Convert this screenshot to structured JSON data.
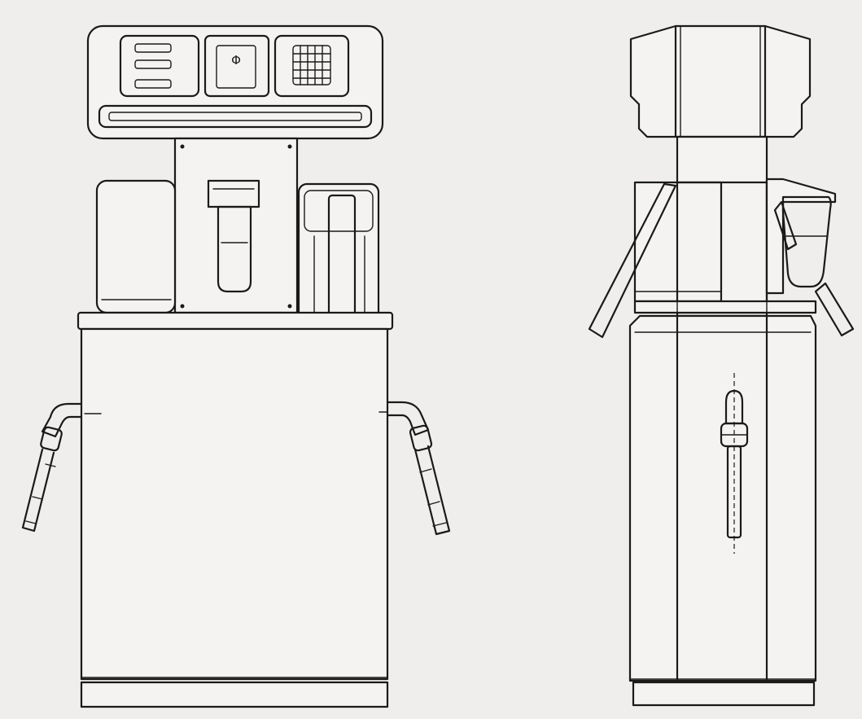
{
  "drawing": {
    "views": [
      {
        "id": "front",
        "label": ""
      },
      {
        "id": "side",
        "label": ""
      }
    ],
    "colors": {
      "paper": "#efeeec",
      "ink": "#1a1a1a"
    },
    "icons": {
      "display_keys": "keypad-grid-icon",
      "meter_symbol": "phi-symbol-icon"
    },
    "display_symbol": "Φ"
  }
}
